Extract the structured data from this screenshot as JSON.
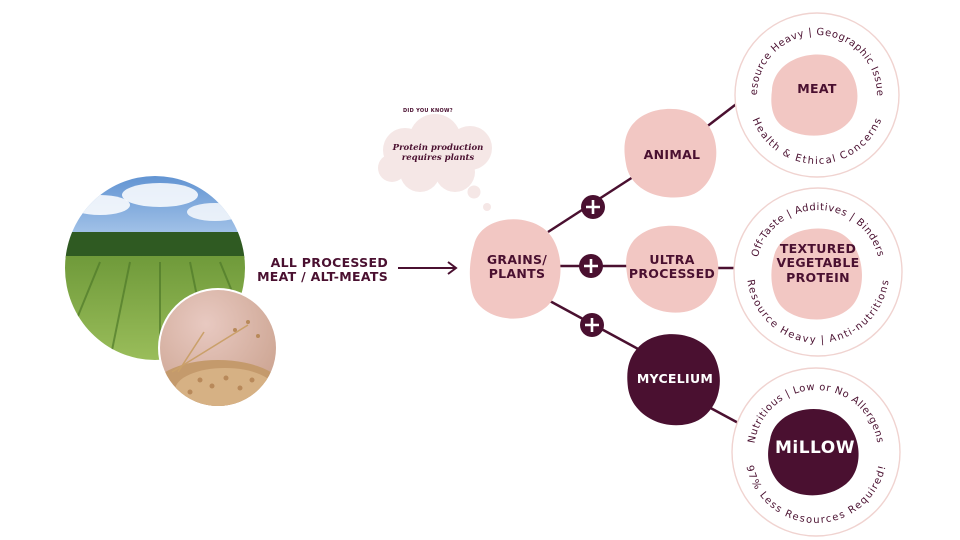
{
  "source": {
    "label_line1": "ALL PROCESSED",
    "label_line2": "MEAT / ALT-MEATS",
    "photo_field": "wheat-field-photo",
    "photo_grain": "wheat-grain-photo"
  },
  "callout": {
    "heading": "DID YOU KNOW?",
    "text_line1": "Protein production",
    "text_line2": "requires plants"
  },
  "hub": {
    "line1": "GRAINS/",
    "line2": "PLANTS"
  },
  "branches": [
    {
      "name": "ANIMAL",
      "result": "MEAT",
      "ring_top": "Resource Heavy | Geographic Issues",
      "ring_bottom": "Health & Ethical Concerns"
    },
    {
      "name_line1": "ULTRA",
      "name_line2": "PROCESSED",
      "result_line1": "TEXTURED",
      "result_line2": "VEGETABLE",
      "result_line3": "PROTEIN",
      "ring_top": "Off-Taste | Additives | Binders",
      "ring_bottom": "Resource Heavy | Anti-nutritions"
    },
    {
      "name": "MYCELIUM",
      "result": "MiLLOW",
      "ring_top": "Nutritious | Low or No Allergens",
      "ring_bottom": "97% Less Resources Required!"
    }
  ],
  "colors": {
    "pink": "#f2c7c3",
    "plum": "#4a1030",
    "ring": "#f0d3d0",
    "cloud": "#f5e7e6",
    "line": "#4a1030"
  },
  "icons": {
    "connector": "plus-icon"
  }
}
